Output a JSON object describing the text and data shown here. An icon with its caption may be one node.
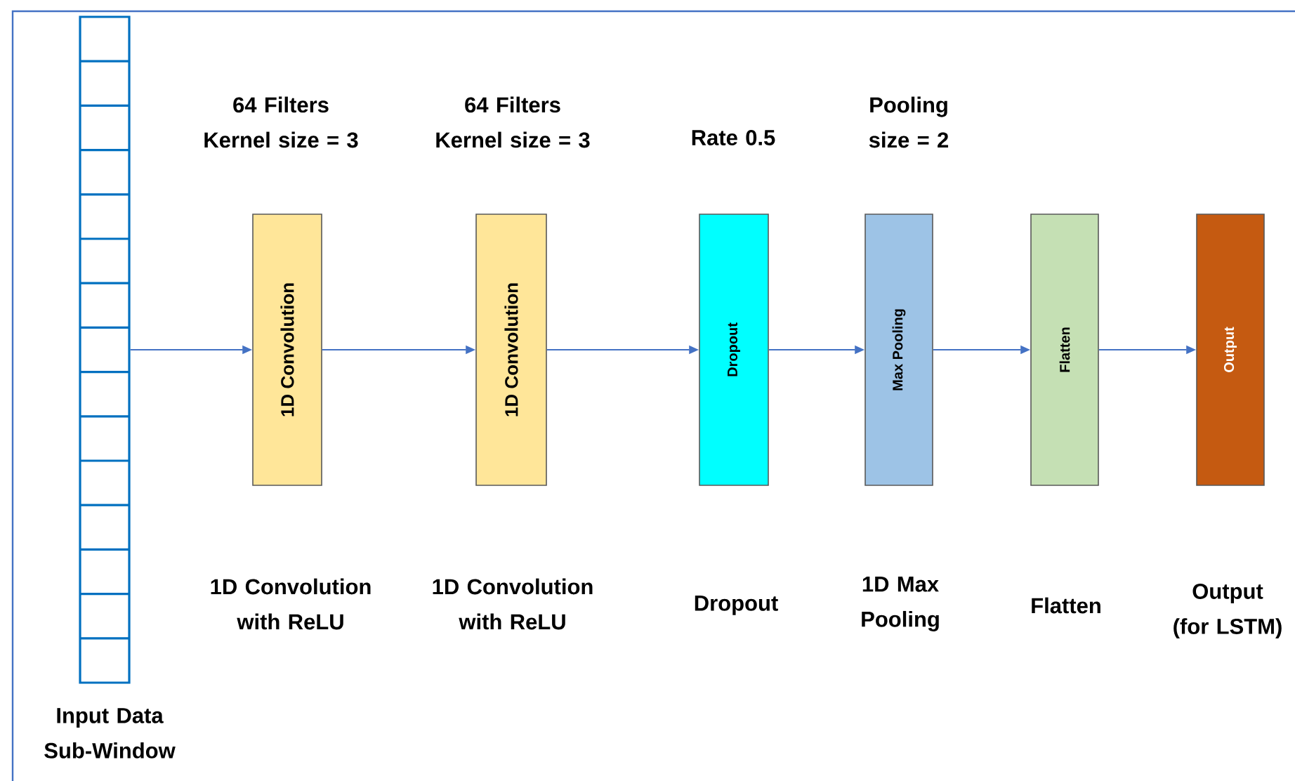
{
  "diagram": {
    "nodes": [
      {
        "text": [],
        "shape": "bar",
        "beside": [
          "Input Data Sub-Window"
        ]
      },
      {
        "text": [
          "1D Convolution"
        ],
        "beside": [
          "64 Filters Kernel size = 3"
        ]
      },
      {
        "text": [
          "1D Convolution"
        ],
        "beside": [
          "64 Filters Kernel size = 3"
        ]
      },
      {
        "text": [
          "Dropout"
        ],
        "beside": [
          "Rate 0.5"
        ]
      },
      {
        "text": [
          "Max Pooling"
        ],
        "beside": [
          "Pooling size = 2"
        ]
      },
      {
        "text": [
          "Flatten"
        ]
      },
      {
        "text": [
          "Output"
        ]
      }
    ],
    "labels": [
      "1D Convolution with ReLU",
      "1D Convolution with ReLU",
      "Dropout",
      "1D Max Pooling",
      "Flatten",
      "Output (for LSTM)"
    ],
    "edges": [
      {
        "from": 0,
        "to": 1,
        "arrow": "to"
      },
      {
        "from": 1,
        "to": 2,
        "arrow": "to"
      },
      {
        "from": 2,
        "to": 3,
        "arrow": "to"
      },
      {
        "from": 3,
        "to": 4,
        "arrow": "to"
      },
      {
        "from": 4,
        "to": 5,
        "arrow": "to"
      },
      {
        "from": 5,
        "to": 6,
        "arrow": "to"
      }
    ]
  }
}
